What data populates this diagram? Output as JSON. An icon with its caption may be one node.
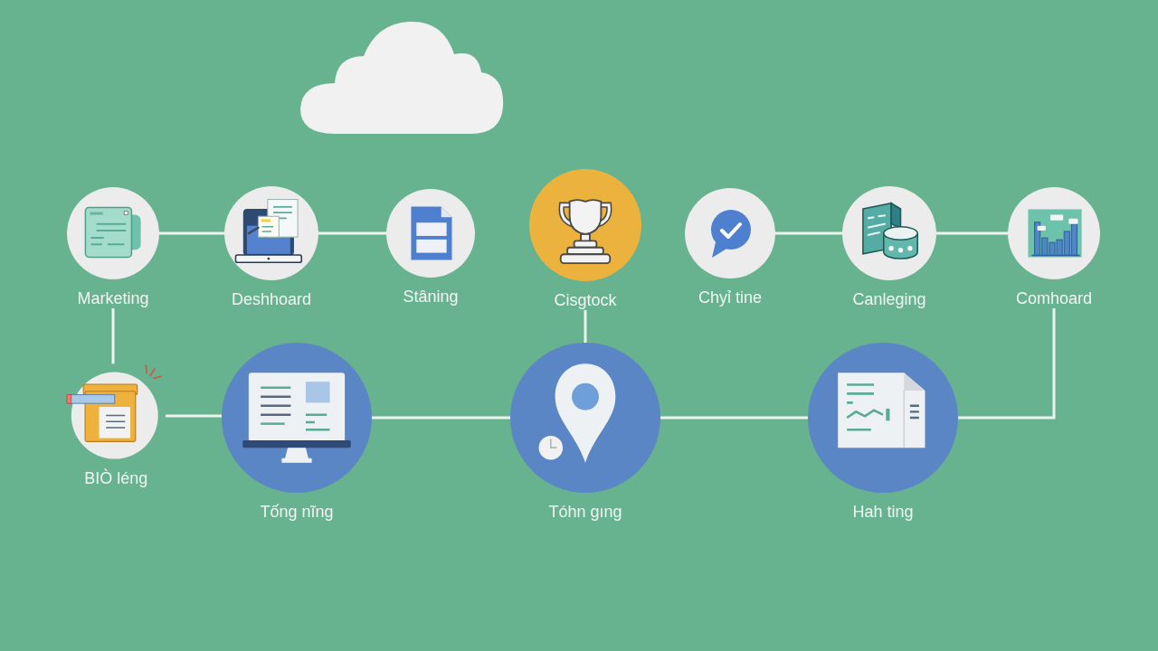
{
  "diagram": {
    "nodes": [
      {
        "text": [],
        "shape": "cloud"
      },
      {
        "text": [
          "Marketing"
        ]
      },
      {
        "text": [
          "Deshhoard"
        ]
      },
      {
        "text": [
          "Stâning"
        ]
      },
      {
        "text": [
          "Cisgtock"
        ]
      },
      {
        "text": [
          "Chyỉ tine"
        ]
      },
      {
        "text": [
          "Canleging"
        ]
      },
      {
        "text": [
          "Comhoard"
        ]
      },
      {
        "text": [
          "BIÒ léng"
        ]
      },
      {
        "text": [
          "Tống nĩng"
        ]
      },
      {
        "text": [
          "Tóhn gıng"
        ]
      },
      {
        "text": [
          "Hah ting"
        ]
      }
    ],
    "edges": [
      {
        "from": 1,
        "to": 2,
        "arrow": "none"
      },
      {
        "from": 2,
        "to": 3,
        "arrow": "none"
      },
      {
        "from": 5,
        "to": 6,
        "arrow": "none"
      },
      {
        "from": 6,
        "to": 7,
        "arrow": "none"
      },
      {
        "from": 1,
        "to": 8,
        "arrow": "none"
      },
      {
        "from": 4,
        "to": 10,
        "arrow": "none"
      },
      {
        "from": 8,
        "to": 9,
        "arrow": "none"
      },
      {
        "from": 9,
        "to": 10,
        "arrow": "none"
      },
      {
        "from": 10,
        "to": 11,
        "arrow": "none"
      },
      {
        "from": 11,
        "to": 7,
        "arrow": "none"
      }
    ]
  }
}
